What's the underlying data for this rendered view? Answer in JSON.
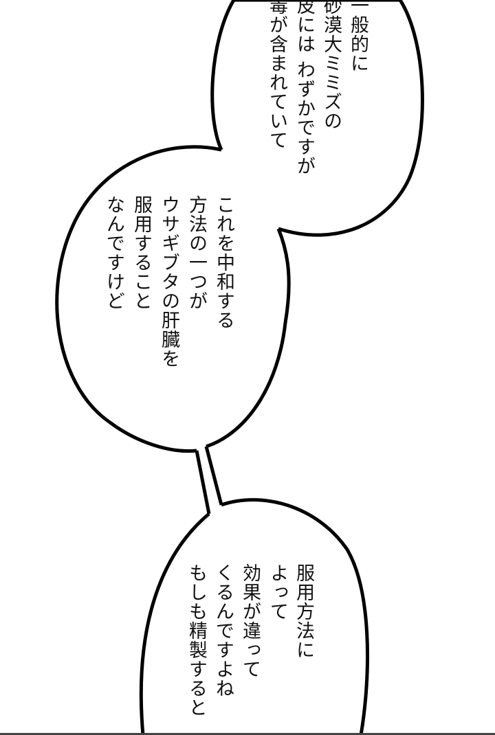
{
  "page": {
    "type": "manga-panel",
    "background": "#ffffff",
    "outline_color": "#000000"
  },
  "bubbles": [
    {
      "id": "bubble-1",
      "lines": [
        "一般的に",
        "砂漠大ミミズの",
        "皮には わずかですが",
        "毒が含まれていて"
      ]
    },
    {
      "id": "bubble-2",
      "lines": [
        "これを中和する",
        "方法の一つが",
        "ウサギブタの肝臓を",
        "服用すること",
        "なんですけど"
      ]
    },
    {
      "id": "bubble-3",
      "lines": [
        "服用方法に",
        "よって",
        "効果が違って",
        "くるんですよね",
        "もしも精製すると"
      ]
    }
  ]
}
